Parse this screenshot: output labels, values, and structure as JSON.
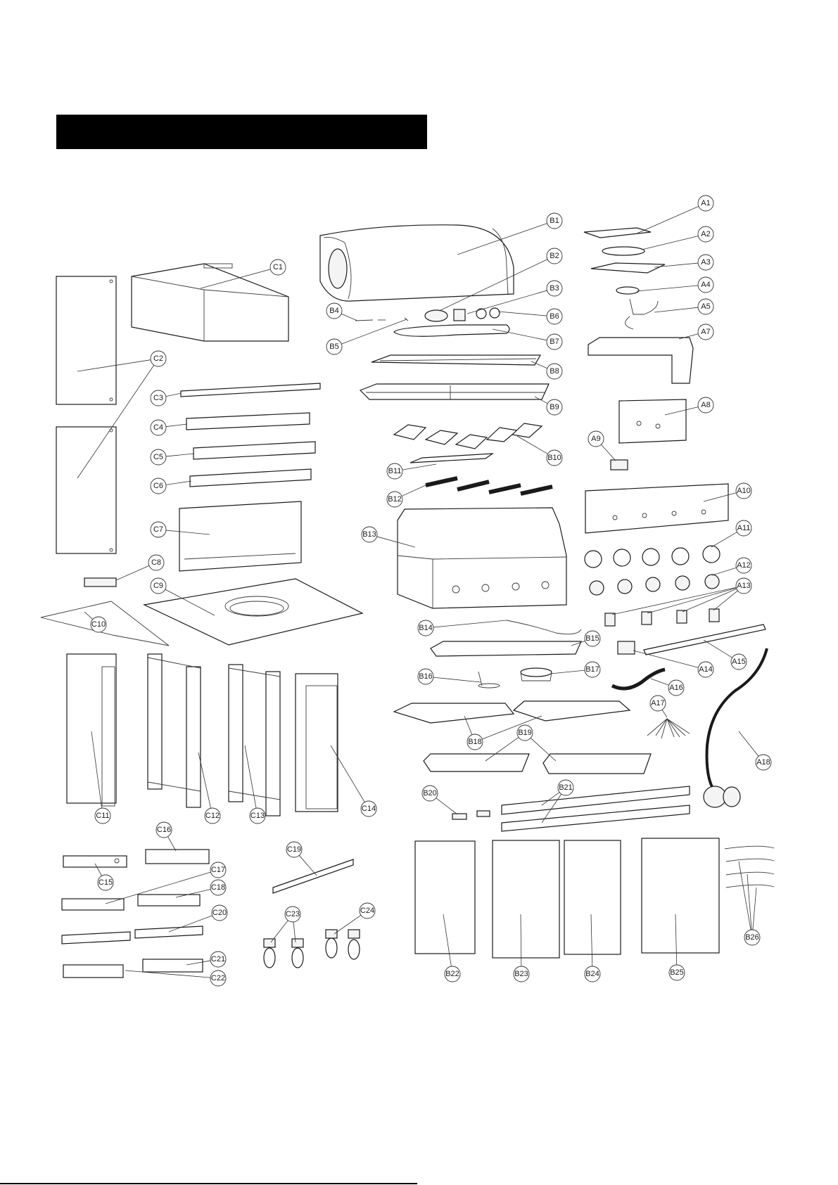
{
  "callouts": [
    {
      "id": "A1",
      "label": "A1"
    },
    {
      "id": "A2",
      "label": "A2"
    },
    {
      "id": "A3",
      "label": "A3"
    },
    {
      "id": "A4",
      "label": "A4"
    },
    {
      "id": "A5",
      "label": "A5"
    },
    {
      "id": "A7",
      "label": "A7"
    },
    {
      "id": "A8",
      "label": "A8"
    },
    {
      "id": "A9",
      "label": "A9"
    },
    {
      "id": "A10",
      "label": "A10"
    },
    {
      "id": "A11",
      "label": "A11"
    },
    {
      "id": "A12",
      "label": "A12"
    },
    {
      "id": "A13",
      "label": "A13"
    },
    {
      "id": "A14",
      "label": "A14"
    },
    {
      "id": "A15",
      "label": "A15"
    },
    {
      "id": "A16",
      "label": "A16"
    },
    {
      "id": "A17",
      "label": "A17"
    },
    {
      "id": "A18",
      "label": "A18"
    },
    {
      "id": "B1",
      "label": "B1"
    },
    {
      "id": "B2",
      "label": "B2"
    },
    {
      "id": "B3",
      "label": "B3"
    },
    {
      "id": "B4",
      "label": "B4"
    },
    {
      "id": "B5",
      "label": "B5"
    },
    {
      "id": "B6",
      "label": "B6"
    },
    {
      "id": "B7",
      "label": "B7"
    },
    {
      "id": "B8",
      "label": "B8"
    },
    {
      "id": "B9",
      "label": "B9"
    },
    {
      "id": "B10",
      "label": "B10"
    },
    {
      "id": "B11",
      "label": "B11"
    },
    {
      "id": "B12",
      "label": "B12"
    },
    {
      "id": "B13",
      "label": "B13"
    },
    {
      "id": "B14",
      "label": "B14"
    },
    {
      "id": "B15",
      "label": "B15"
    },
    {
      "id": "B16",
      "label": "B16"
    },
    {
      "id": "B17",
      "label": "B17"
    },
    {
      "id": "B18",
      "label": "B18"
    },
    {
      "id": "B19",
      "label": "B19"
    },
    {
      "id": "B20",
      "label": "B20"
    },
    {
      "id": "B21",
      "label": "B21"
    },
    {
      "id": "B22",
      "label": "B22"
    },
    {
      "id": "B23",
      "label": "B23"
    },
    {
      "id": "B24",
      "label": "B24"
    },
    {
      "id": "B25",
      "label": "B25"
    },
    {
      "id": "B26",
      "label": "B26"
    },
    {
      "id": "C1",
      "label": "C1"
    },
    {
      "id": "C2",
      "label": "C2"
    },
    {
      "id": "C3",
      "label": "C3"
    },
    {
      "id": "C4",
      "label": "C4"
    },
    {
      "id": "C5",
      "label": "C5"
    },
    {
      "id": "C6",
      "label": "C6"
    },
    {
      "id": "C7",
      "label": "C7"
    },
    {
      "id": "C8",
      "label": "C8"
    },
    {
      "id": "C9",
      "label": "C9"
    },
    {
      "id": "C10",
      "label": "C10"
    },
    {
      "id": "C11",
      "label": "C11"
    },
    {
      "id": "C12",
      "label": "C12"
    },
    {
      "id": "C13",
      "label": "C13"
    },
    {
      "id": "C14",
      "label": "C14"
    },
    {
      "id": "C15",
      "label": "C15"
    },
    {
      "id": "C16",
      "label": "C16"
    },
    {
      "id": "C17",
      "label": "C17"
    },
    {
      "id": "C18",
      "label": "C18"
    },
    {
      "id": "C19",
      "label": "C19"
    },
    {
      "id": "C20",
      "label": "C20"
    },
    {
      "id": "C21",
      "label": "C21"
    },
    {
      "id": "C22",
      "label": "C22"
    },
    {
      "id": "C23",
      "label": "C23"
    },
    {
      "id": "C24",
      "label": "C24"
    }
  ]
}
